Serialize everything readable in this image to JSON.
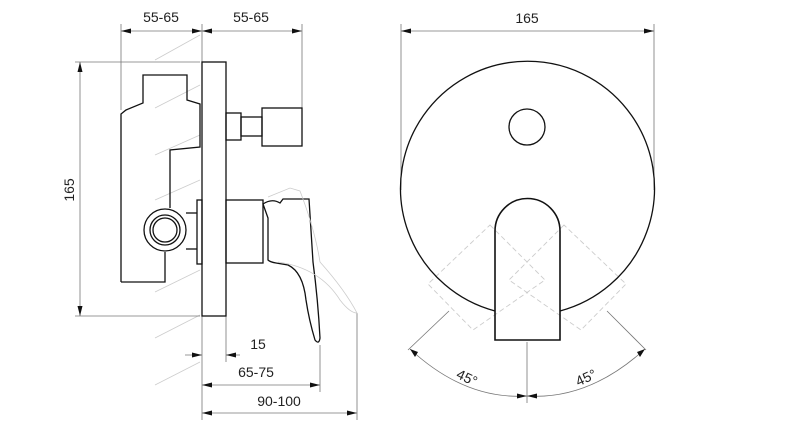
{
  "side_view": {
    "dim_depth_rear": "55-65",
    "dim_depth_front": "55-65",
    "dim_height": "165",
    "dim_plate": "15",
    "dim_lever": "65-75",
    "dim_total": "90-100"
  },
  "front_view": {
    "dim_diameter": "165",
    "angle_left": "45°",
    "angle_right": "45°"
  }
}
